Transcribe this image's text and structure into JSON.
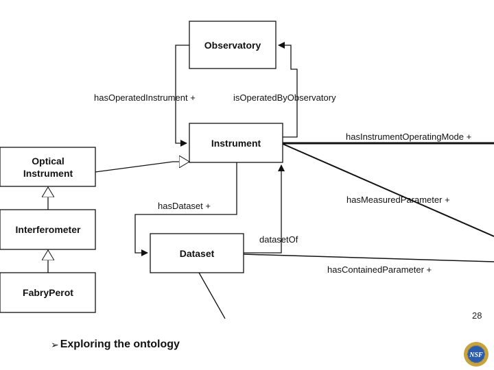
{
  "diagram": {
    "classes": {
      "observatory": "Observatory",
      "instrument": "Instrument",
      "optical_instrument_line1": "Optical",
      "optical_instrument_line2": "Instrument",
      "interferometer": "Interferometer",
      "fabry_perot": "FabryPerot",
      "dataset": "Dataset"
    },
    "relations": {
      "has_operated_instrument": "hasOperatedInstrument +",
      "is_operated_by_observatory": "isOperatedByObservatory",
      "has_instrument_operating_mode": "hasInstrumentOperatingMode +",
      "has_measured_parameter": "hasMeasuredParameter +",
      "has_dataset": "hasDataset +",
      "dataset_of": "datasetOf",
      "has_contained_parameter": "hasContainedParameter +"
    }
  },
  "slide": {
    "page_number": "28",
    "bullet_text": "Exploring the ontology",
    "bullet_arrow": "➢",
    "logo_text": "NSF"
  },
  "colors": {
    "line": "#111111",
    "logo_blue": "#2a5caa",
    "logo_gold": "#c8a23c"
  }
}
